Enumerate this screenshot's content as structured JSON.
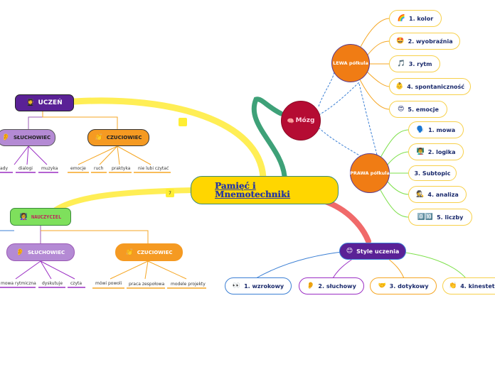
{
  "central": "Pamięć i Mnemotechniki",
  "badge": "7",
  "mozg": {
    "label": "Mózg",
    "icon": "🧠"
  },
  "lewa": {
    "label": "LEWA półkula",
    "items": [
      {
        "icon": "🌈",
        "label": "1. kolor"
      },
      {
        "icon": "🤩",
        "label": "2. wyobraźnia"
      },
      {
        "icon": "🎵",
        "label": "3. rytm"
      },
      {
        "icon": "👶",
        "label": "4. spontaniczność"
      },
      {
        "icon": "😍",
        "label": "5. emocje"
      }
    ]
  },
  "prawa": {
    "label": "PRAWA półkula",
    "items": [
      {
        "icon": "🗣️",
        "label": "1. mowa"
      },
      {
        "icon": "👨‍🏫",
        "label": "2. logika"
      },
      {
        "icon": "",
        "label": "3. Subtopic"
      },
      {
        "icon": "🕵️",
        "label": "4. analiza"
      },
      {
        "icon": "0️⃣🔟",
        "label": "5. liczby"
      }
    ]
  },
  "style": {
    "icon": "😊",
    "label": "Style uczenia",
    "items": [
      {
        "icon": "👀",
        "label": "1. wzrokowy"
      },
      {
        "icon": "👂",
        "label": "2. słuchowy"
      },
      {
        "icon": "🤝",
        "label": "3. dotykowy"
      },
      {
        "icon": "👏",
        "label": "4. kinestet"
      }
    ]
  },
  "uczen": {
    "icon": "👩‍🎓",
    "label": "UCZEŃ",
    "sluchowiec": {
      "icon": "👂",
      "label": "SŁUCHOWIEC",
      "leaves": [
        "ady",
        "dialogi",
        "muzyka"
      ]
    },
    "czuciowiec": {
      "icon": "👏",
      "label": "CZUCIOWIEC",
      "leaves": [
        "emocje",
        "ruch",
        "praktyka",
        "nie lubi czytać"
      ]
    }
  },
  "nauczyciel": {
    "icon": "👩‍🏫",
    "label": "NAUCZYCIEL",
    "sluchowiec": {
      "icon": "👂",
      "label": "SŁUCHOWIEC",
      "leaves": [
        "mowa rytmiczna",
        "dyskutuje",
        "czyta"
      ]
    },
    "czuciowiec": {
      "icon": "👏",
      "label": "CZUCIOWIEC",
      "leaves": [
        "mówi powoli",
        "praca zespołowa",
        "modele projekty"
      ]
    }
  },
  "colors": {
    "yellow": "#ffee33",
    "central_fill": "#ffd600",
    "central_border": "#3a8a76",
    "mozg": "#b50c33",
    "lewa": "#f07c14",
    "prawa": "#f07c14",
    "style_fill": "#5a2196",
    "uczen_fill": "#5a2196",
    "nauczyciel_fill": "#7ee05c",
    "sluchowiec_fill": "#b48ad4",
    "czuciowiec_fill": "#f59a22",
    "green_connector": "#3ea178",
    "red_connector": "#f06a6a"
  }
}
